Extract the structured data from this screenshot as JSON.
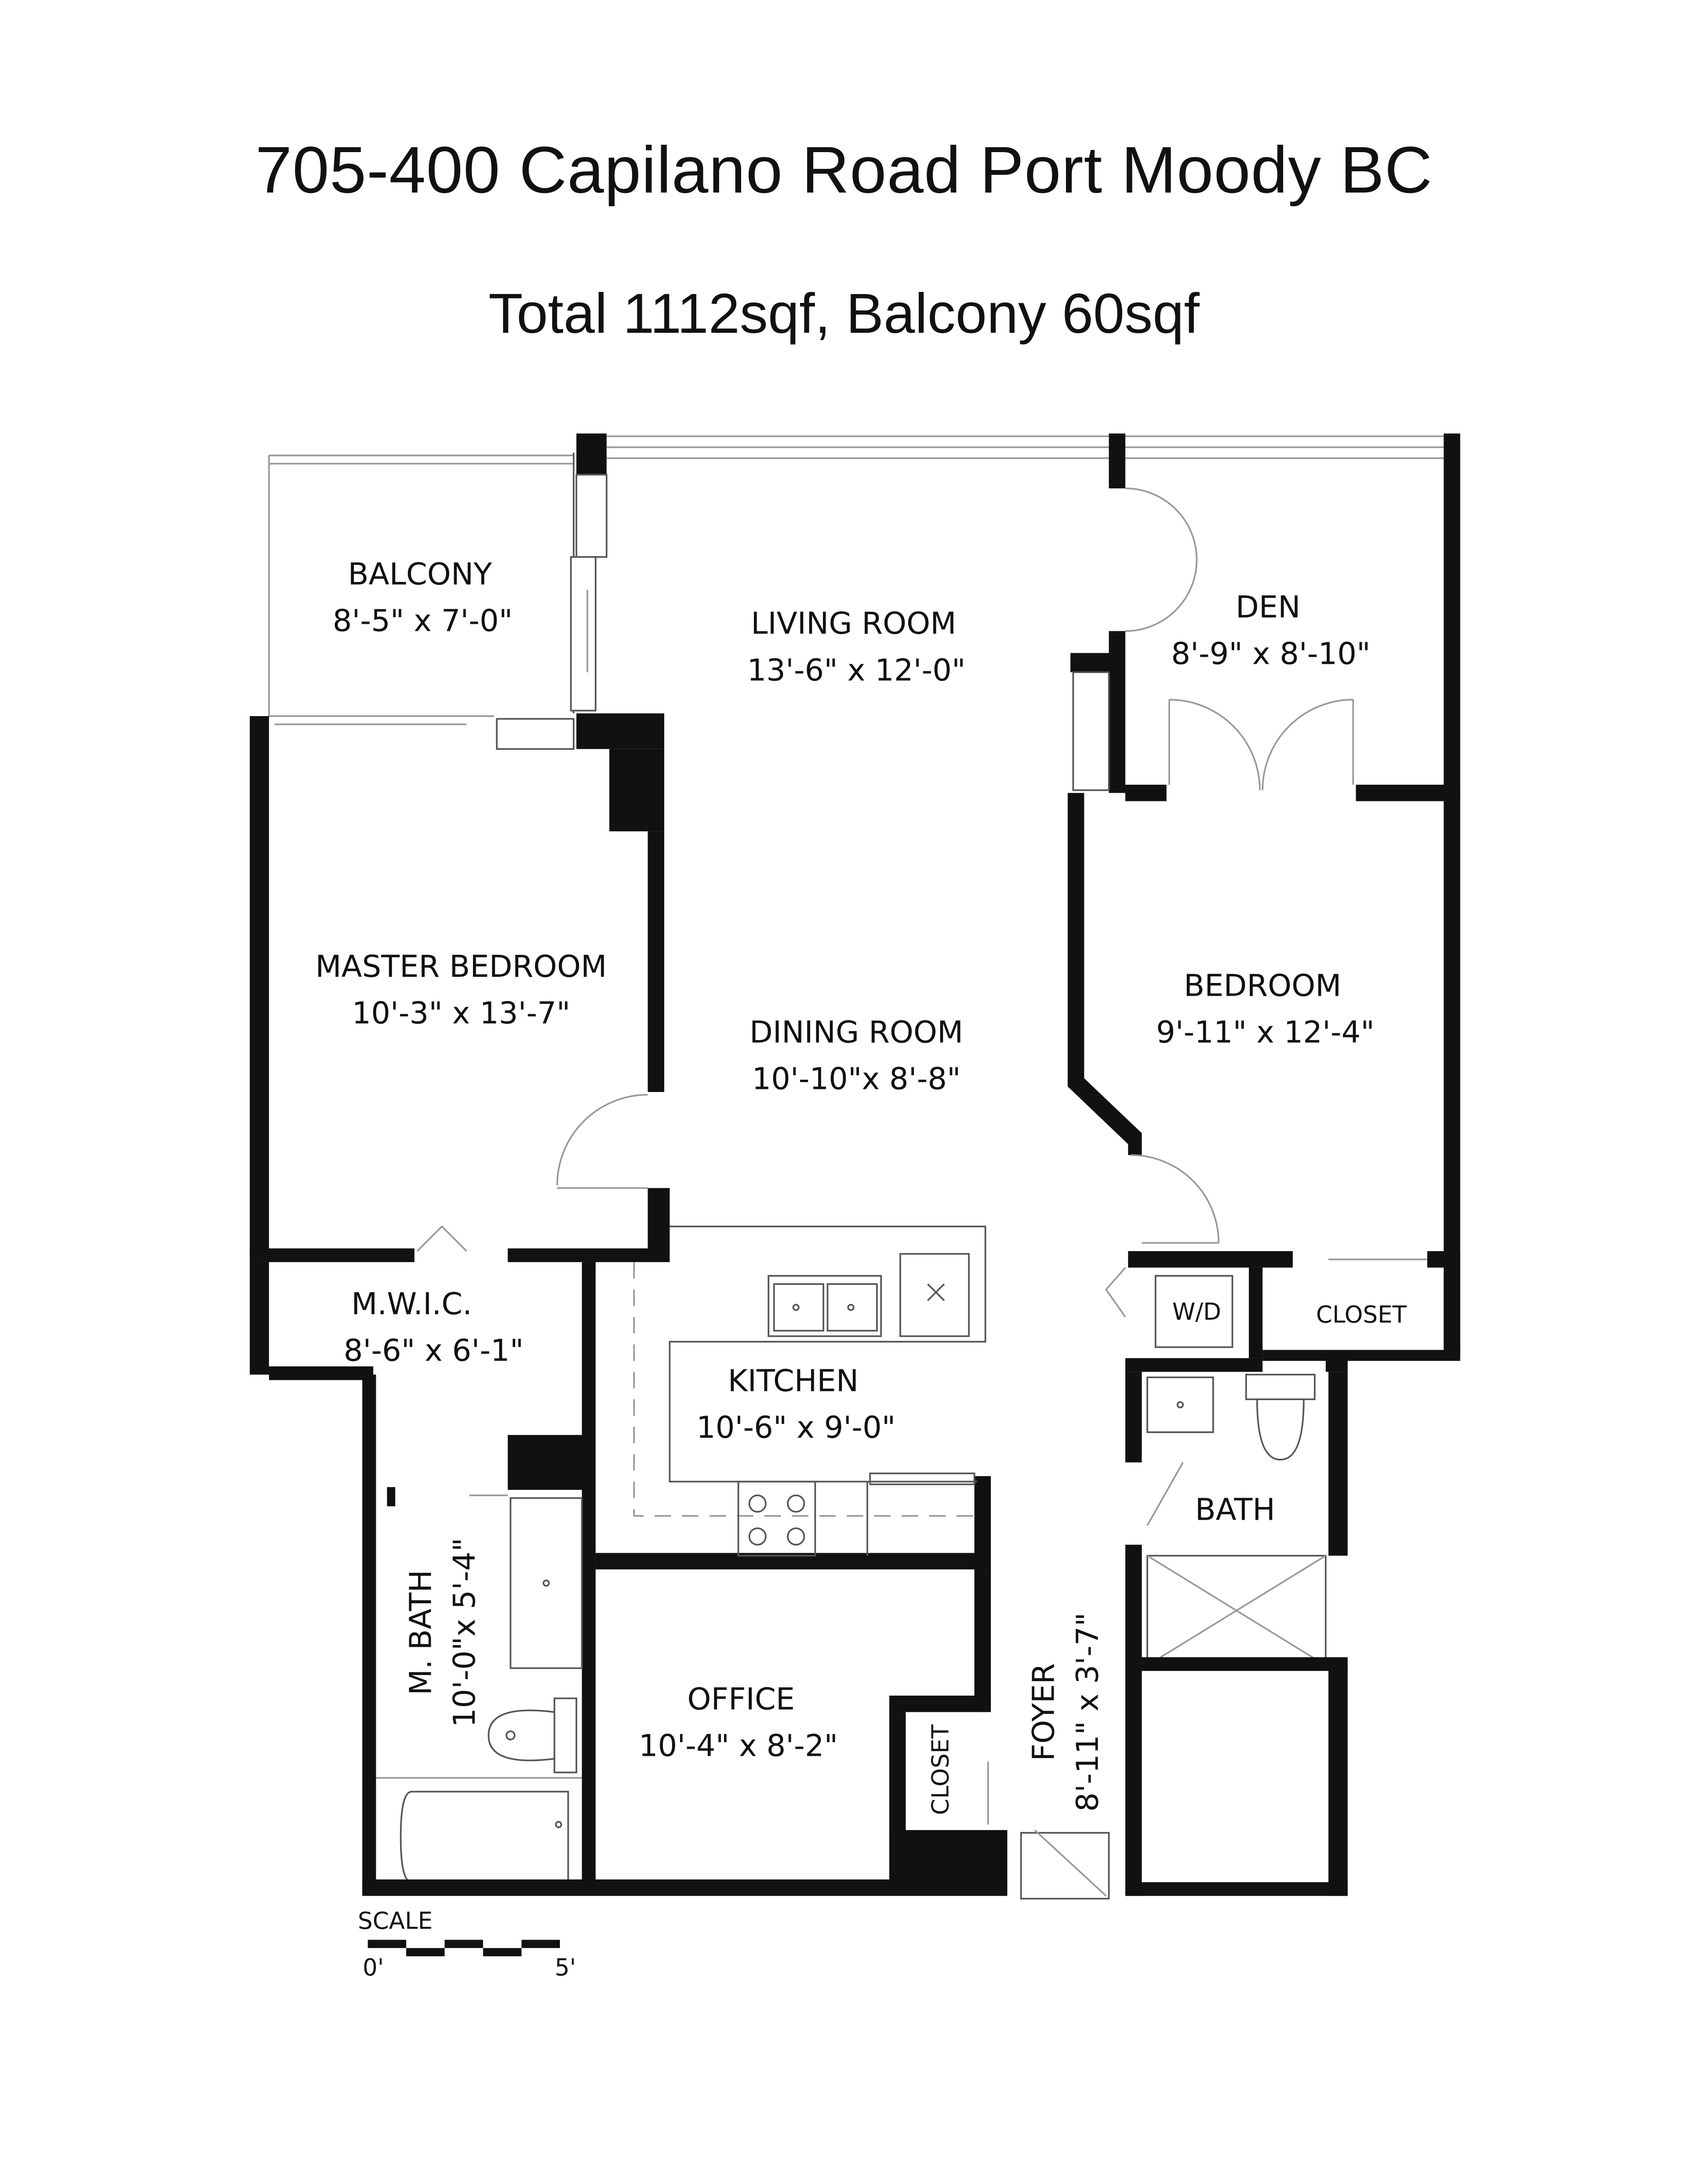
{
  "header": {
    "title": "705-400 Capilano Road  Port Moody BC",
    "subtitle": "Total 1112sqf, Balcony 60sqf"
  },
  "rooms": {
    "balcony": {
      "name": "BALCONY",
      "dims": "8'-5\" x 7'-0\""
    },
    "living_room": {
      "name": "LIVING ROOM",
      "dims": "13'-6\" x 12'-0\""
    },
    "den": {
      "name": "DEN",
      "dims": "8'-9\" x 8'-10\""
    },
    "master_bedroom": {
      "name": "MASTER BEDROOM",
      "dims": "10'-3\" x 13'-7\""
    },
    "dining_room": {
      "name": "DINING ROOM",
      "dims": "10'-10\"x  8'-8\""
    },
    "bedroom": {
      "name": "BEDROOM",
      "dims": "9'-11\" x 12'-4\""
    },
    "mwic": {
      "name": "M.W.I.C.",
      "dims": "8'-6\" x  6'-1\""
    },
    "kitchen": {
      "name": "KITCHEN",
      "dims": "10'-6\" x  9'-0\""
    },
    "wd": {
      "name": "W/D"
    },
    "closet_bedroom": {
      "name": "CLOSET"
    },
    "bath": {
      "name": "BATH"
    },
    "master_bath": {
      "name": "M. BATH",
      "dims": "10'-0\"x  5'-4\""
    },
    "office": {
      "name": "OFFICE",
      "dims": "10'-4\" x  8'-2\""
    },
    "closet_foyer": {
      "name": "CLOSET"
    },
    "foyer": {
      "name": "FOYER",
      "dims": "8'-11\" x  3'-7\""
    }
  },
  "scale": {
    "label": "SCALE",
    "start": "0'",
    "end": "5'"
  },
  "colors": {
    "wall": "#111111",
    "fixture": "#555555",
    "background": "#ffffff"
  }
}
